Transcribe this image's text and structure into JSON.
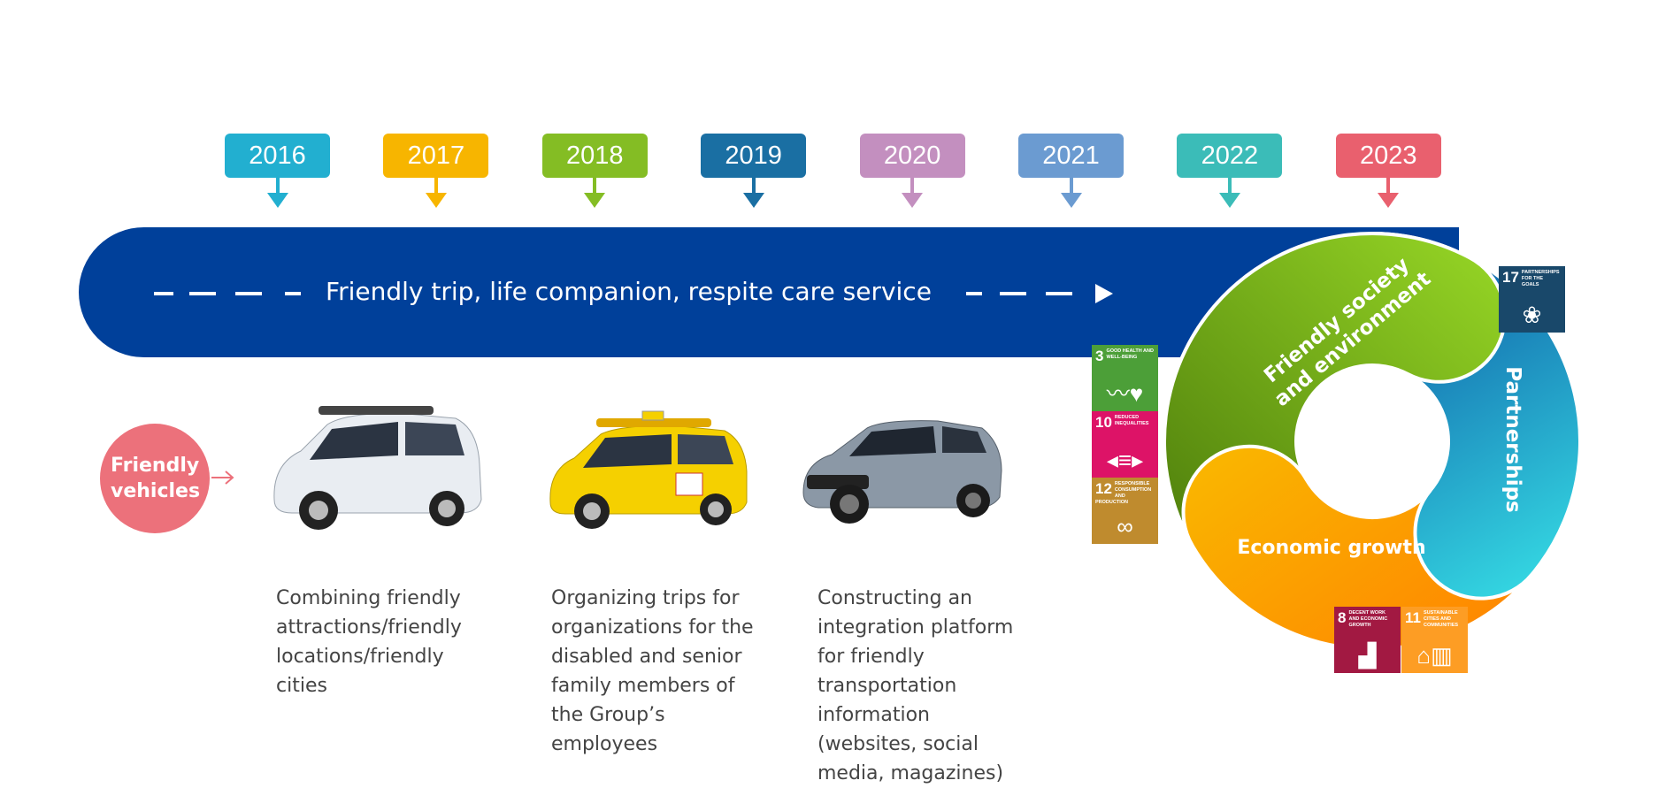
{
  "timeline": {
    "years": [
      {
        "label": "2016",
        "color": "#22afd0"
      },
      {
        "label": "2017",
        "color": "#f7b500"
      },
      {
        "label": "2018",
        "color": "#84bd24"
      },
      {
        "label": "2019",
        "color": "#1a6fa3"
      },
      {
        "label": "2020",
        "color": "#c38fbf"
      },
      {
        "label": "2021",
        "color": "#6b9bd1"
      },
      {
        "label": "2022",
        "color": "#3bbcb8"
      },
      {
        "label": "2023",
        "color": "#e9606e"
      }
    ],
    "band_text": "Friendly trip, life companion, respite care service",
    "band_color": "#00409a"
  },
  "friendly_vehicles": {
    "label": "Friendly vehicles",
    "color": "#ec717b"
  },
  "vehicles": [
    {
      "image": "white-minivan",
      "caption": "Combining friendly\nattractions/friendly\nlocations/friendly\ncities"
    },
    {
      "image": "yellow-taxi-minivan",
      "caption": "Organizing trips for\norganizations for the\ndisabled and senior\nfamily members of\nthe  Group’s\nemployees"
    },
    {
      "image": "grey-suv",
      "caption": "Constructing an\nintegration platform\nfor  friendly\ntransportation\ninformation\n(websites,  social\nmedia, magazines)"
    }
  ],
  "cycle": {
    "segments": [
      {
        "label": "Friendly society and environment",
        "colors": [
          "#4f7f0c",
          "#98d826"
        ]
      },
      {
        "label": "Partnerships",
        "colors": [
          "#0a4fa0",
          "#33d3e0"
        ]
      },
      {
        "label": "Economic growth",
        "colors": [
          "#f8c200",
          "#ff8200"
        ]
      }
    ]
  },
  "sdgs": [
    {
      "number": "3",
      "label": "Good health and well-being",
      "color": "#4c9f38",
      "icon": "heartbeat-icon"
    },
    {
      "number": "10",
      "label": "Reduced inequalities",
      "color": "#dd1367",
      "icon": "equality-arrows-icon"
    },
    {
      "number": "12",
      "label": "Responsible consumption and production",
      "color": "#bf8b2e",
      "icon": "infinity-icon"
    },
    {
      "number": "17",
      "label": "Partnerships for the goals",
      "color": "#19486a",
      "icon": "flower-rings-icon"
    },
    {
      "number": "8",
      "label": "Decent work and economic growth",
      "color": "#a21942",
      "icon": "growth-chart-icon"
    },
    {
      "number": "11",
      "label": "Sustainable cities and communities",
      "color": "#fd9d24",
      "icon": "buildings-icon"
    }
  ]
}
